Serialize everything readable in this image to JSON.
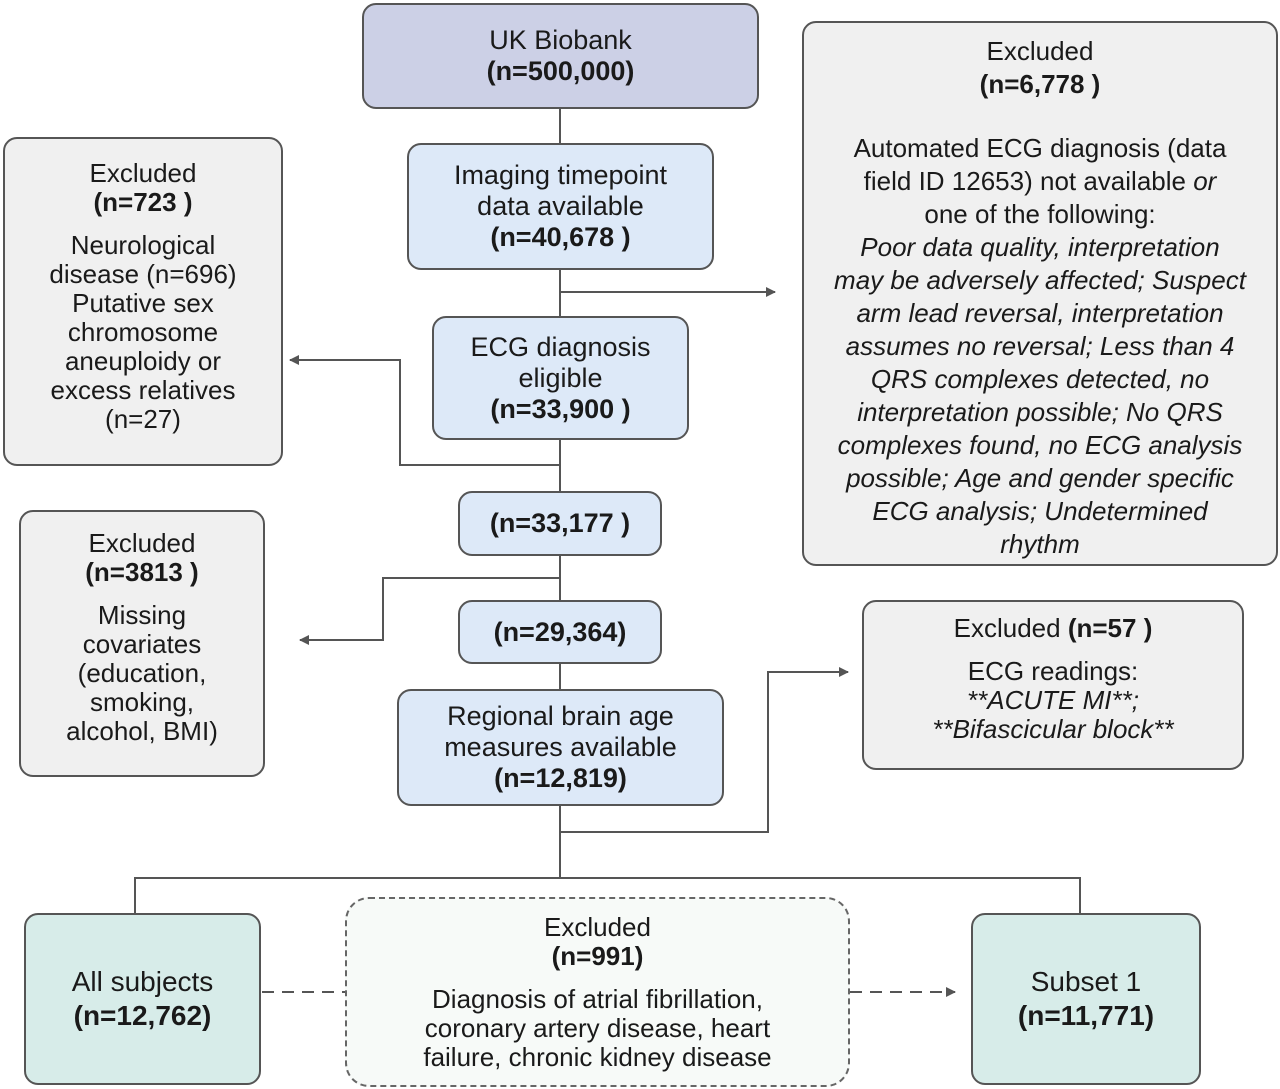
{
  "source": {
    "title": "UK Biobank",
    "count": "(n=500,000)"
  },
  "imaging": {
    "line1": "Imaging timepoint",
    "line2": "data available",
    "count": "(n=40,678 )"
  },
  "ecg_eligible": {
    "line1": "ECG diagnosis",
    "line2": "eligible",
    "count": "(n=33,900 )"
  },
  "step_33177": {
    "count": "(n=33,177 )"
  },
  "step_29364": {
    "count": "(n=29,364)"
  },
  "regional": {
    "line1": "Regional brain age",
    "line2": "measures available",
    "count": "(n=12,819)"
  },
  "excluded_ecg": {
    "title": "Excluded",
    "count": "(n=6,778 )",
    "line1": "Automated ECG diagnosis (data",
    "line2_pre": "field ID 12653) not available ",
    "line2_or": "or",
    "line3": "one of the following:",
    "italic_lines": [
      "Poor data quality, interpretation",
      "may be adversely affected; Suspect",
      "arm lead reversal, interpretation",
      "assumes no reversal; Less than 4",
      "QRS complexes detected, no",
      "interpretation possible; No QRS",
      "complexes found, no ECG analysis",
      "possible; Age and gender specific",
      "ECG analysis; Undetermined",
      "rhythm"
    ]
  },
  "excluded_neuro": {
    "title": "Excluded",
    "count": "(n=723 )",
    "lines": [
      "Neurological",
      "disease (n=696)",
      "Putative sex",
      "chromosome",
      "aneuploidy or",
      "excess relatives",
      "(n=27)"
    ]
  },
  "excluded_covariates": {
    "title": "Excluded",
    "count": "(n=3813 )",
    "lines": [
      "Missing",
      "covariates",
      "(education,",
      "smoking,",
      "alcohol, BMI)"
    ]
  },
  "excluded_mi": {
    "title": "Excluded ",
    "count": "(n=57 )",
    "line1": "ECG readings:",
    "italic_lines": [
      "**ACUTE MI**;",
      "**Bifascicular block**"
    ]
  },
  "all_subjects": {
    "title": "All subjects",
    "count": "(n=12,762)"
  },
  "excluded_cvd": {
    "title": "Excluded",
    "count": "(n=991)",
    "lines": [
      "Diagnosis of atrial fibrillation,",
      "coronary artery disease, heart",
      "failure, chronic kidney disease"
    ]
  },
  "subset1": {
    "title": "Subset 1",
    "count": "(n=11,771)"
  },
  "colors": {
    "line": "#555555",
    "source_fill": "#ccd0e6",
    "step_fill": "#dde9f8",
    "excluded_fill": "#f0f0f0",
    "outcome_fill": "#d7ece9"
  }
}
